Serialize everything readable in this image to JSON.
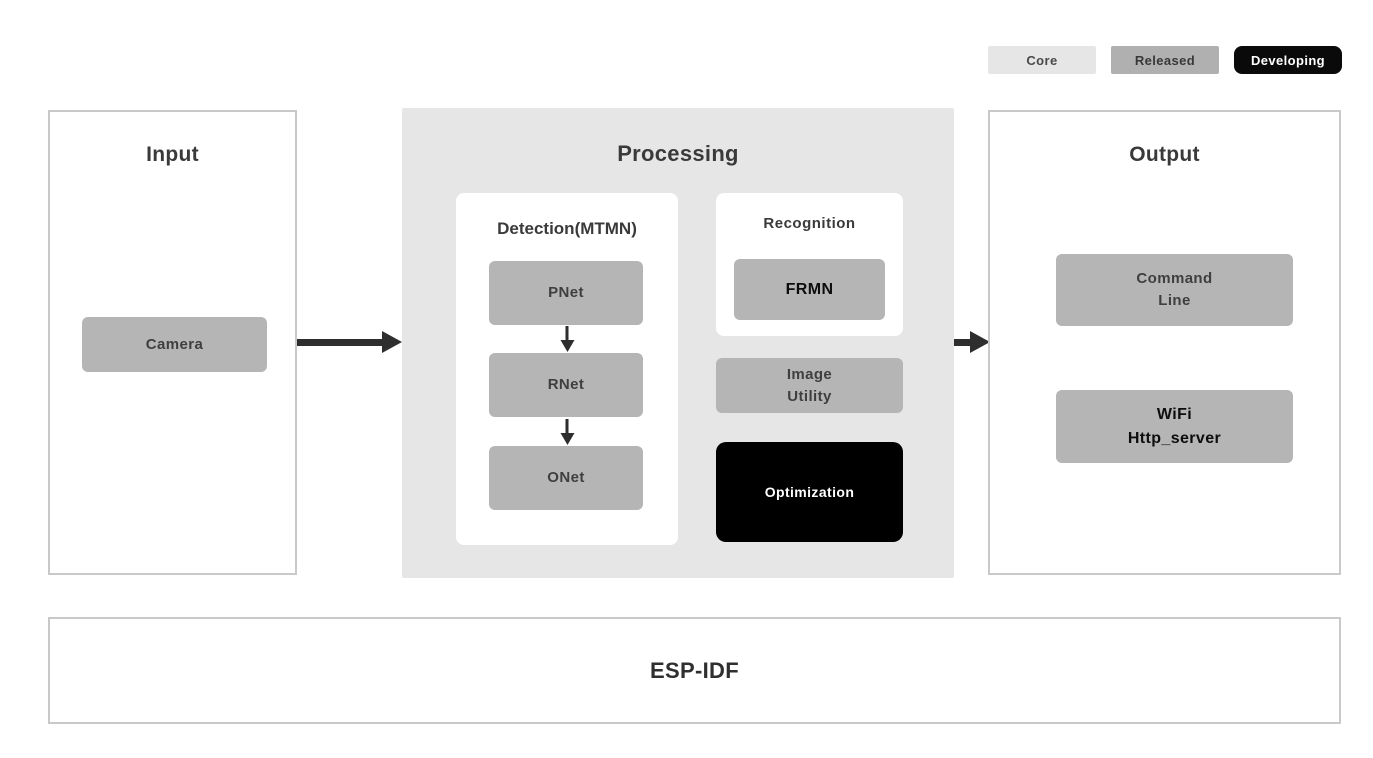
{
  "legend": {
    "core_label": "Core",
    "released_label": "Released",
    "developing_label": "Developing"
  },
  "input": {
    "title": "Input",
    "camera_label": "Camera"
  },
  "processing": {
    "title": "Processing",
    "detection": {
      "title": "Detection(MTMN)",
      "nodes": [
        "PNet",
        "RNet",
        "ONet"
      ]
    },
    "recognition": {
      "title": "Recognition",
      "model_label": "FRMN"
    },
    "image_utility_label": "Image\nUtility",
    "optimization_label": "Optimization"
  },
  "output": {
    "title": "Output",
    "command_line_label": "Command\nLine",
    "wifi_label": "WiFi\nHttp_server"
  },
  "foundation_label": "ESP-IDF",
  "colors": {
    "core_badge": "#e6e6e6",
    "released_badge": "#b0b0b0",
    "developing_badge": "#0a0a0a",
    "processing_background": "#e6e6e6",
    "node_gray": "#b5b5b5",
    "optimization_black": "#000000",
    "panel_border": "#c9c9c9",
    "arrow": "#2e2e2e"
  }
}
